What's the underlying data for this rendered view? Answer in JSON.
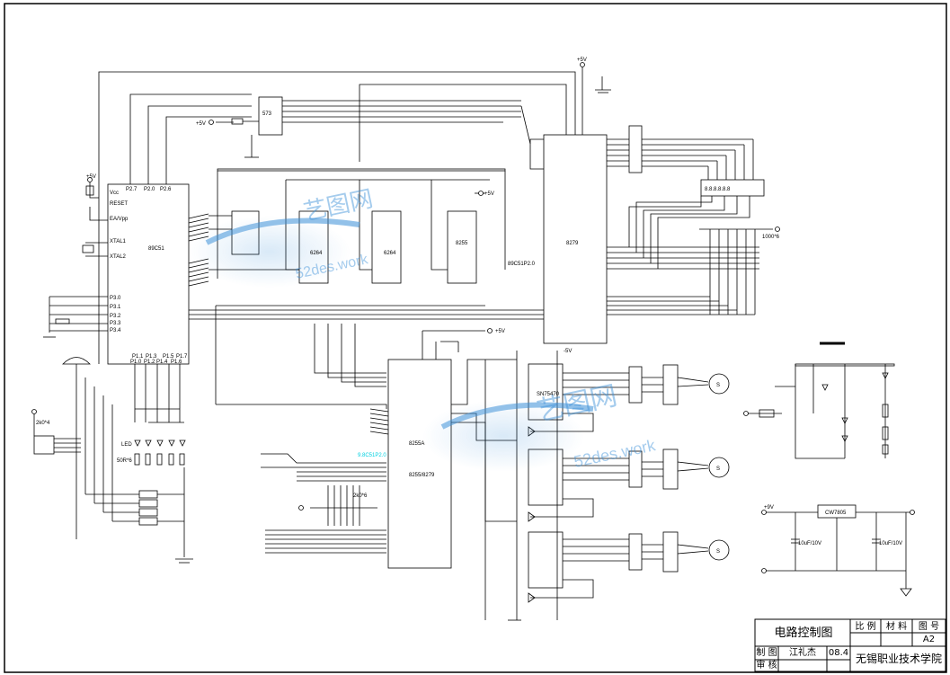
{
  "title_block": {
    "title": "电路控制图",
    "col_scale": "比 例",
    "col_material": "材 料",
    "col_drawing_no": "图 号",
    "sheet_size": "A2",
    "role_drawn": "制 图",
    "role_review": "审 核",
    "drafter": "江礼杰",
    "date": "08.4",
    "school": "无锡职业技术学院"
  },
  "labels": {
    "vcc": "+5V",
    "vcc2": "+5V",
    "vcc3": "+5V",
    "vcc4": "+5V",
    "vcc_top": "+5V",
    "neg5": "-5V",
    "pos9": "+9V",
    "cpu": "89C51",
    "cpu2": "89C51P2.0",
    "rom1": "6264",
    "rom2": "6264",
    "latch": "573",
    "ppi": "8255",
    "ppi2": "8255A",
    "display_mcu": "8279",
    "seg": "8.8.8.8.8.8",
    "res_array": "1000*6",
    "res_2k": "2k0*4",
    "res_2k6": "2k0*6",
    "led": "LED",
    "led_res": "50R*6",
    "reg": "CW7805",
    "cap1": "10uF/10V",
    "cap2": "10uF/10V",
    "stepper_drv": "SN75470",
    "lower_chip": "8255/8279",
    "p27": "P2.7",
    "p26": "P2.6",
    "p20": "P2.0",
    "reset": "RESET",
    "xtal1": "XTAL1",
    "xtal2": "XTAL2",
    "ea": "EA/Vpp",
    "vccpin": "Vcc",
    "motor1": "S",
    "motor2": "S",
    "motor3": "S",
    "p30": "P3.0",
    "p31": "P3.1",
    "p32": "P3.2",
    "p33": "P3.3",
    "p34": "P3.4",
    "p11": "P1.1",
    "p13": "P1.3",
    "p15": "P1.5",
    "p17": "P1.7",
    "p10": "P1.0",
    "p12": "P1.2",
    "p14": "P1.4",
    "p16": "P1.6",
    "cyan_note": "9.8C51P2.0"
  },
  "colors": {
    "line": "#000000",
    "watermark": "#3a8fd8",
    "cyan": "#00d0e0"
  },
  "watermark": {
    "brand": "艺图网",
    "site": "52des.work"
  }
}
